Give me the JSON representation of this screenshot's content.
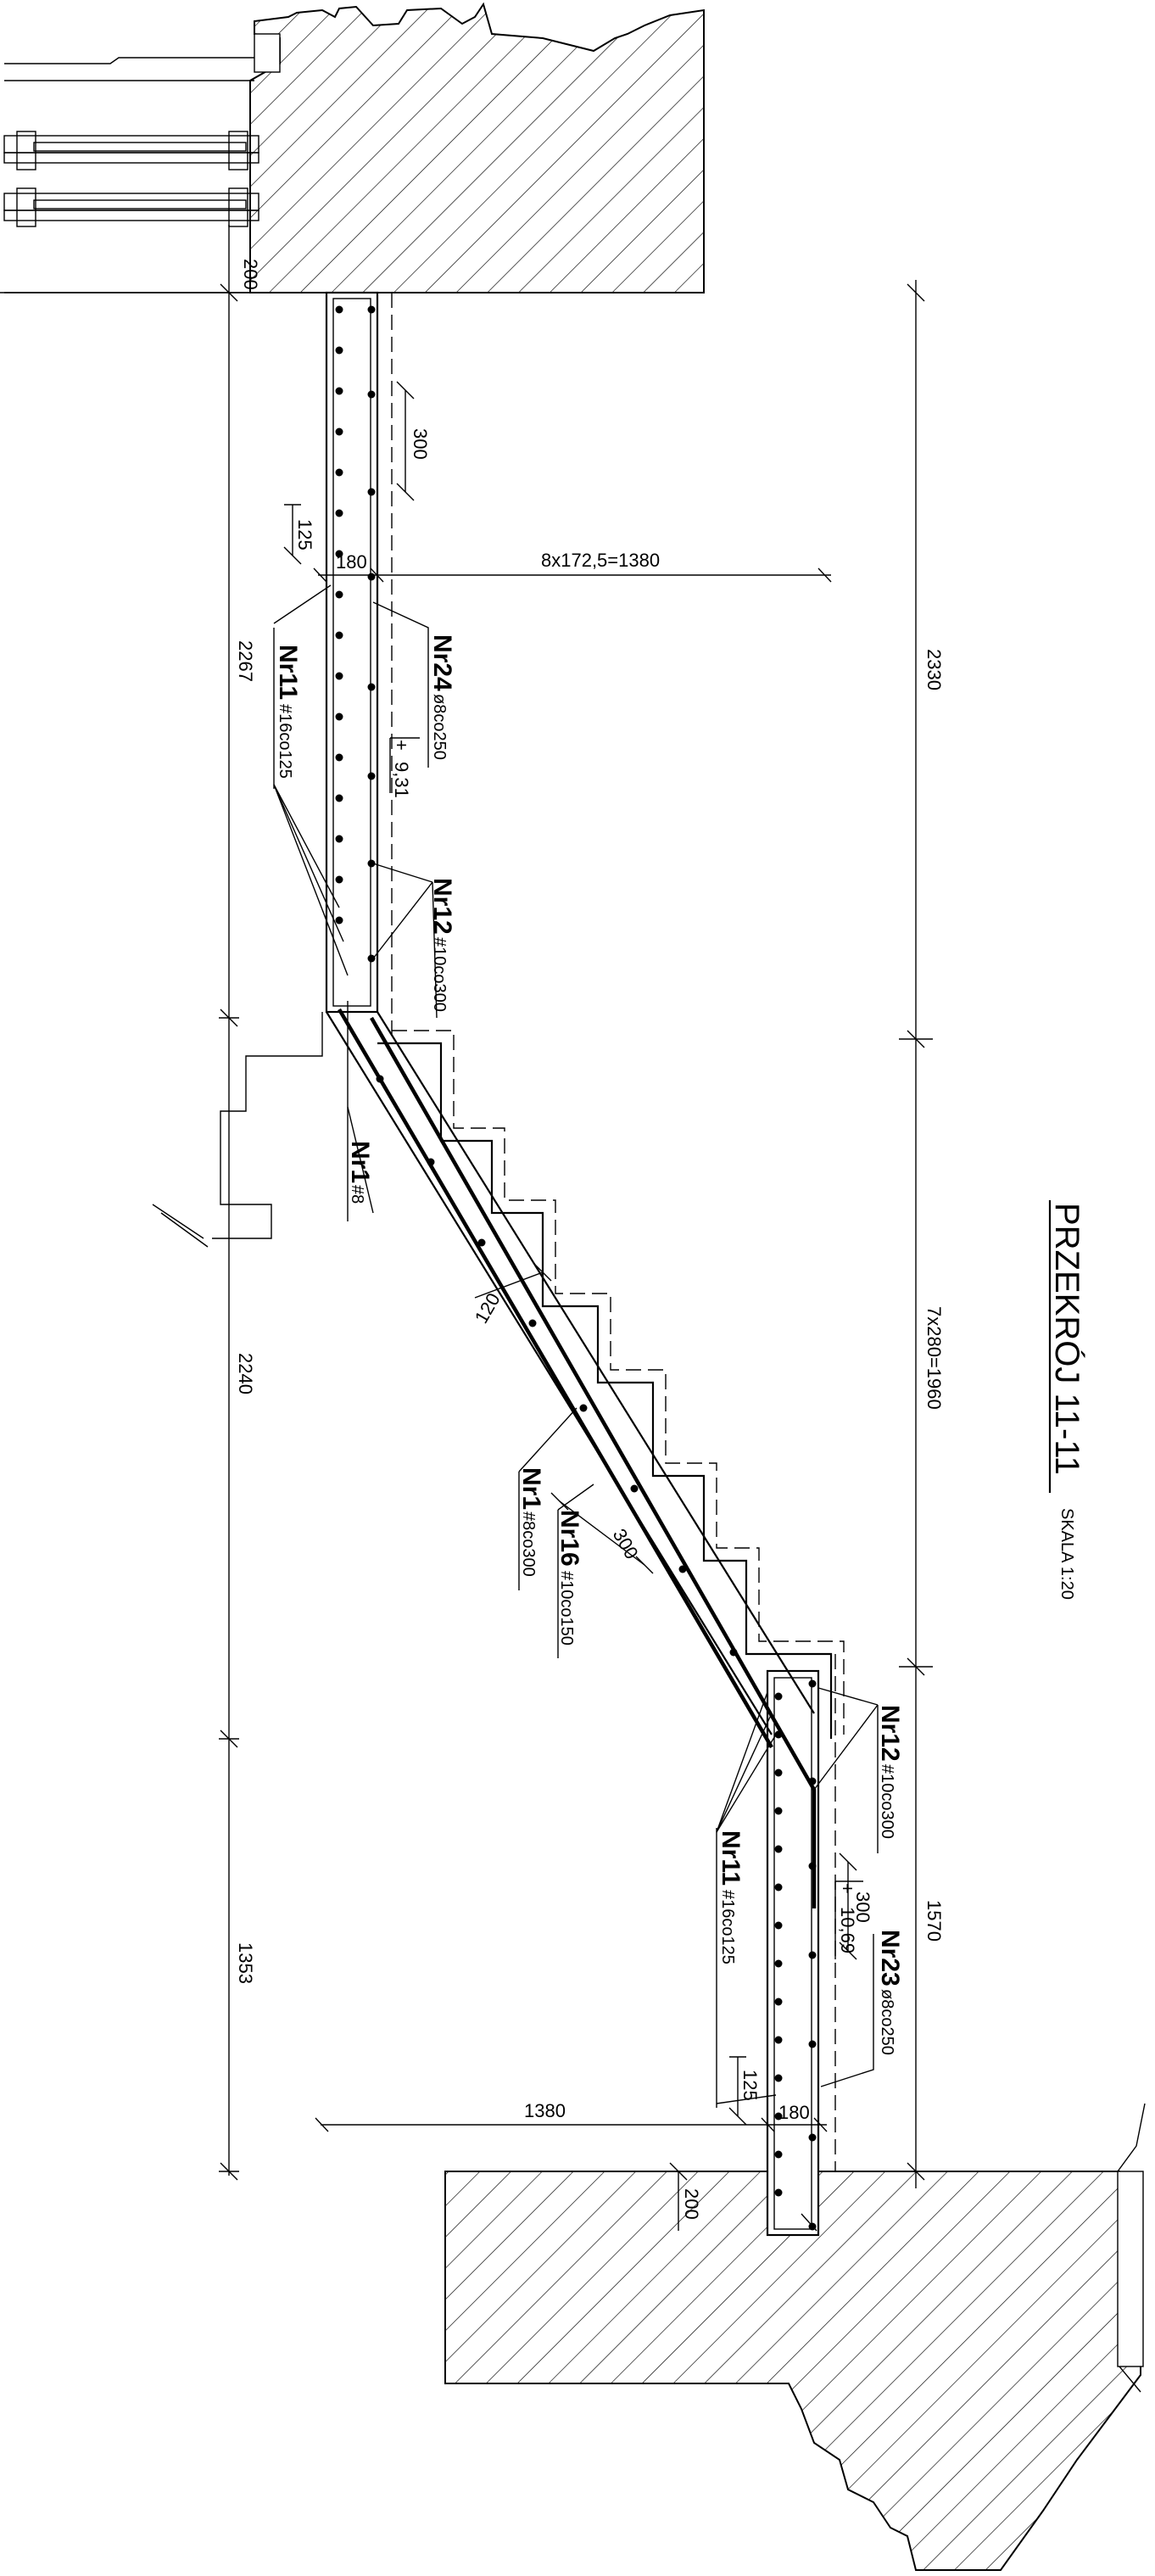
{
  "title": {
    "main": "PRZEKRÓJ 11-11",
    "scale": "SKALA 1:20"
  },
  "dimensions": {
    "left_top": "200",
    "left_upper": "2267",
    "left_mid": "2240",
    "left_lower": "1353",
    "upper_bar_spacing": "300",
    "upper_edge_125": "125",
    "upper_width_180": "180",
    "upper_landing": "8x172,5=1380",
    "right_upper": "2330",
    "right_mid": "7x280=1960",
    "right_lower": "1570",
    "slab_thickness_120": "120",
    "slab_bar_spacing_300": "300",
    "lower_bar_spacing": "300",
    "lower_edge_125": "125",
    "lower_width_180": "180",
    "lower_landing": "1380",
    "lower_bottom_200": "200"
  },
  "levels": {
    "upper_sign": "+",
    "upper": "9,31",
    "lower_sign": "+",
    "lower": "10,69"
  },
  "rebar_labels": [
    {
      "id": "Nr24",
      "spec": "ø8co250"
    },
    {
      "id": "Nr11",
      "spec": "#16co125"
    },
    {
      "id": "Nr12",
      "spec": "#10co300"
    },
    {
      "id": "Nr1",
      "spec": "#8"
    },
    {
      "id": "Nr1",
      "spec": "#8co300"
    },
    {
      "id": "Nr16",
      "spec": "#10co150"
    },
    {
      "id": "Nr12",
      "spec": "#10co300"
    },
    {
      "id": "Nr11",
      "spec": "#16co125"
    },
    {
      "id": "Nr23",
      "spec": "ø8co250"
    }
  ]
}
